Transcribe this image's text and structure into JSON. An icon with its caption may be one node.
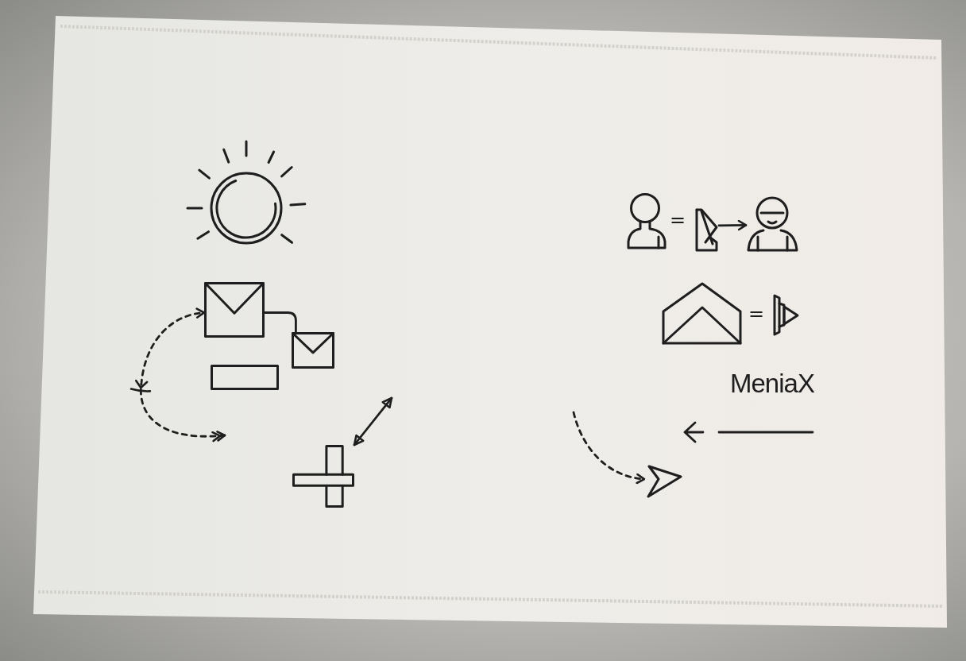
{
  "diagram": {
    "nodes": [
      {
        "text": [],
        "shape": "picture"
      },
      {
        "text": [],
        "shape": "picture"
      },
      {
        "text": [],
        "shape": "picture"
      },
      {
        "text": [],
        "shape": "box"
      },
      {
        "text": [],
        "shape": "cross"
      },
      {
        "text": [],
        "shape": "person"
      },
      {
        "text": [],
        "shape": "picture"
      },
      {
        "text": [],
        "shape": "person"
      },
      {
        "text": [],
        "shape": "picture"
      },
      {
        "text": [],
        "shape": "picture"
      },
      {
        "text": [],
        "shape": "picture"
      }
    ],
    "edges": [
      {
        "from": 1,
        "to": 2,
        "arrow": "none"
      },
      {
        "from": null,
        "to": 1,
        "arrow": "both",
        "style": "dashed"
      },
      {
        "from": 4,
        "to": null,
        "arrow": "both"
      },
      {
        "from": 6,
        "to": 7,
        "arrow": "to"
      },
      {
        "from": null,
        "to": 10,
        "arrow": "to",
        "style": "dashed"
      }
    ],
    "labels": [
      "=",
      "=",
      "MeniaX"
    ]
  }
}
